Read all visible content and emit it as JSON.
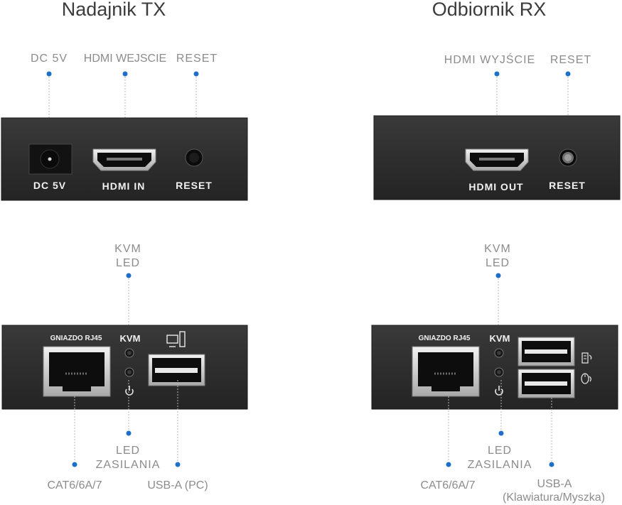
{
  "titles": {
    "tx": "Nadajnik TX",
    "rx": "Odbiornik RX"
  },
  "tx_front": {
    "callouts": {
      "dc": "DC 5V",
      "hdmi": "HDMI WEJSCIE",
      "reset": "RESET"
    },
    "panel": {
      "dc": "DC 5V",
      "hdmi": "HDMI IN",
      "reset": "RESET"
    }
  },
  "rx_front": {
    "callouts": {
      "hdmi": "HDMI WYJŚCIE",
      "reset": "RESET"
    },
    "panel": {
      "hdmi": "HDMI OUT",
      "reset": "RESET"
    }
  },
  "tx_back": {
    "callouts": {
      "kvm_line1": "KVM",
      "kvm_line2": "LED",
      "power_line1": "LED",
      "power_line2": "ZASILANIA",
      "cat": "CAT6/6A/7",
      "usb": "USB-A (PC)"
    },
    "panel": {
      "rj45": "GNIAZDO RJ45",
      "kvm": "KVM"
    }
  },
  "rx_back": {
    "callouts": {
      "kvm_line1": "KVM",
      "kvm_line2": "LED",
      "power_line1": "LED",
      "power_line2": "ZASILANIA",
      "cat": "CAT6/6A/7",
      "usb_line1": "USB-A",
      "usb_line2": "(Klawiatura/Myszka)"
    },
    "panel": {
      "rj45": "GNIAZDO RJ45",
      "kvm": "KVM"
    }
  },
  "colors": {
    "dot": "#1f6ec7",
    "panel": "#2e2e2e",
    "label": "#8c8c8c",
    "title": "#3c3c3c"
  }
}
